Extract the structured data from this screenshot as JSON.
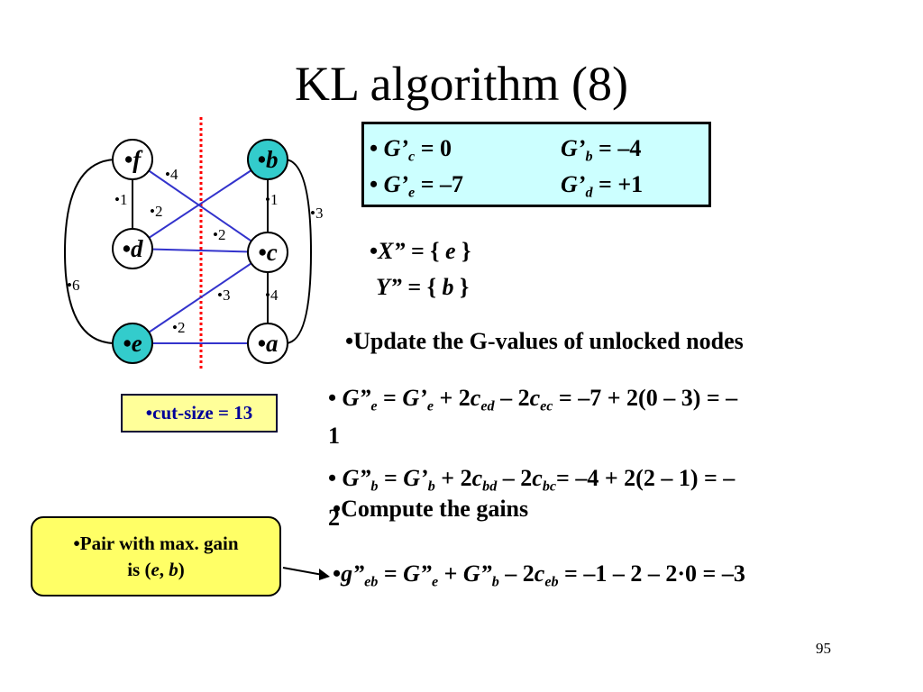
{
  "slide": {
    "title": "KL algorithm (8)",
    "page_number": "95"
  },
  "graph": {
    "nodes": [
      {
        "id": "f",
        "label": "•f",
        "fill": "#ffffff"
      },
      {
        "id": "b",
        "label": "•b",
        "fill": "#33cccc"
      },
      {
        "id": "d",
        "label": "•d",
        "fill": "#ffffff"
      },
      {
        "id": "c",
        "label": "•c",
        "fill": "#ffffff"
      },
      {
        "id": "e",
        "label": "•e",
        "fill": "#33cccc"
      },
      {
        "id": "a",
        "label": "•a",
        "fill": "#ffffff"
      }
    ],
    "edge_weights": {
      "f_d": "•1",
      "b_c": "•1",
      "c_a": "•4",
      "f_c": "•4",
      "d_b": "•2",
      "d_c": "•2",
      "e_c": "•3",
      "e_a": "•2",
      "b_a": "•3",
      "f_e": "•6"
    },
    "colors": {
      "cut_line": "#ff0000",
      "cross_edge": "#3333cc",
      "node_stroke": "#000000"
    }
  },
  "gains_box": {
    "gc": {
      "sym": "G’",
      "sub": "c",
      "val": "=   0"
    },
    "gb": {
      "sym": "G’",
      "sub": "b",
      "val": "= –4"
    },
    "ge": {
      "sym": "G’",
      "sub": "e",
      "val": "= –7"
    },
    "gd": {
      "sym": "G’",
      "sub": "d",
      "val": "= +1"
    },
    "bullet": "•"
  },
  "sets": {
    "x_name": "X”",
    "x_rest": " = { ",
    "x_val": "e",
    "x_close": " }",
    "y_name": "Y”",
    "y_rest": " = { ",
    "y_val": "b",
    "y_close": " }"
  },
  "update_heading": "•Update the G-values of unlocked nodes",
  "ge2": {
    "lead": "• ",
    "g": "G”",
    "s1": "e",
    "eq": " = ",
    "g2": "G’",
    "s2": "e",
    "p": " + 2",
    "c1": "c",
    "s3": "ed",
    "m": " – 2",
    "c2": "c",
    "s4": "ec",
    "rest": " = –7 + 2(0 – 3) = –",
    "wrap": "1"
  },
  "gb2": {
    "lead": "• ",
    "g": "G”",
    "s1": "b",
    "eq": " = ",
    "g2": "G’",
    "s2": "b",
    "p": " + 2",
    "c1": "c",
    "s3": "bd",
    "m": " – 2",
    "c2": "c",
    "s4": "bc",
    "rest": "= –4 + 2(2 – 1) = –",
    "wrap": "2"
  },
  "compute_heading": "•Compute the gains",
  "gain": {
    "lead": "•",
    "g": "g”",
    "s1": "eb",
    "eq": " = ",
    "G1": "G”",
    "s2": "e",
    "plus": " + ",
    "G2": "G”",
    "s3": "b",
    "m": " – 2",
    "c": "c",
    "s4": "eb",
    "rest": " = –1 – 2 – 2·0   = –3"
  },
  "cut_size": "•cut-size = 13",
  "pair_note": {
    "line1": "•Pair with max. gain",
    "line2a": "is (",
    "e": "e",
    "comma": ", ",
    "b": "b",
    "close": ")"
  }
}
